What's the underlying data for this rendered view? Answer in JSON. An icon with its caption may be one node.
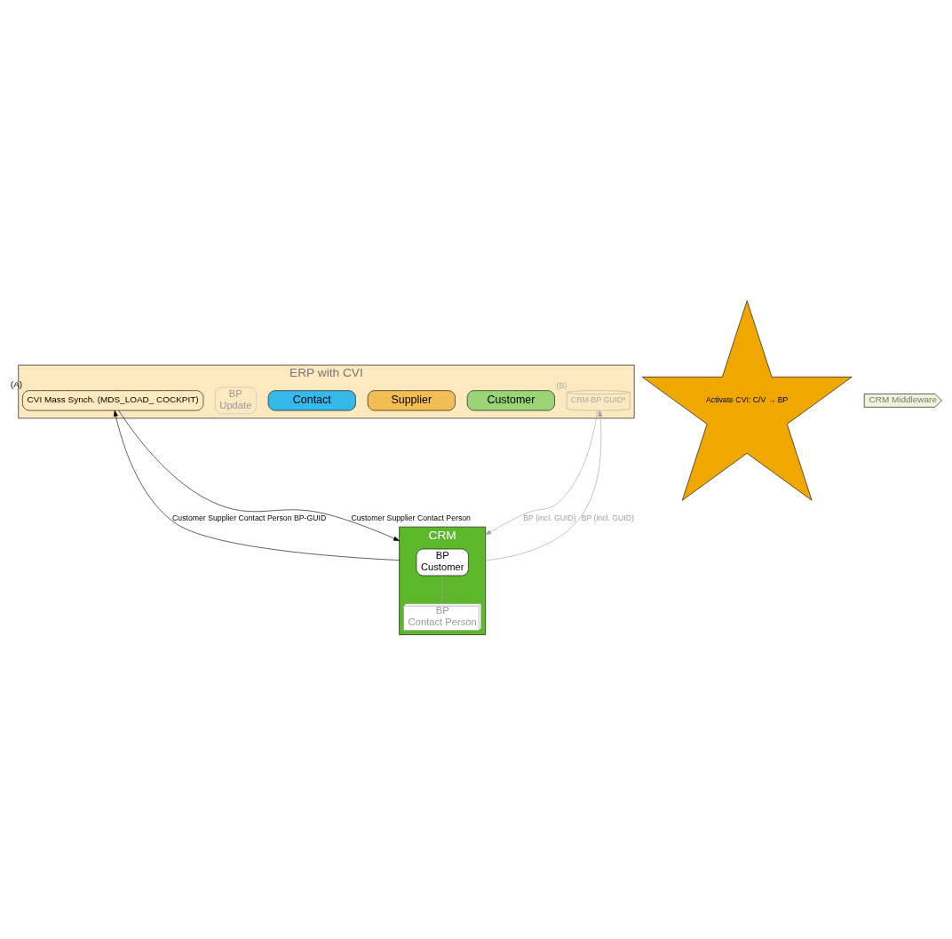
{
  "diagram": {
    "nodes": [
      {
        "text": [
          "ERP with CVI"
        ]
      },
      {
        "text": [
          "Activate CVI: C/V → BP"
        ]
      },
      {
        "text": [
          "CVI Mass Synch. (MDS_LOAD_ COCKPIT)"
        ],
        "in": 0,
        "beside": [
          "(A)"
        ]
      },
      {
        "text": [
          "Customer"
        ],
        "in": 0
      },
      {
        "text": [
          "Supplier"
        ],
        "in": 0
      },
      {
        "text": [
          "Contact"
        ],
        "in": 0
      },
      {
        "text": [
          "BP",
          "Update"
        ],
        "in": 0
      },
      {
        "text": [
          "CRM-BP GUID*"
        ],
        "in": 0,
        "beside": [
          "(B)"
        ]
      },
      {
        "text": [
          "CRM Middleware"
        ]
      },
      {
        "text": [
          "CRM"
        ]
      },
      {
        "text": [
          "BP",
          "Customer"
        ],
        "in": 9
      },
      {
        "text": [
          "BP",
          "Contact Person"
        ],
        "in": 9
      }
    ],
    "edges": [
      {
        "from": 2,
        "to": 9,
        "arrow": "to",
        "label": "Customer Supplier Contact Person",
        "color": "#000000"
      },
      {
        "from": 9,
        "to": 2,
        "arrow": "to",
        "label": "Customer Supplier Contact Person BP-GUID",
        "color": "#000000"
      },
      {
        "from": 7,
        "to": 9,
        "arrow": "to",
        "label": "BP (incl. GUID)",
        "color": "#a0a0a0"
      },
      {
        "from": 9,
        "to": 7,
        "arrow": "to",
        "label": "BP (incl. GUID)",
        "color": "#a0a0a0"
      },
      {
        "from": 10,
        "to": 11,
        "arrow": "none",
        "color": "#a0a0a0"
      }
    ]
  }
}
